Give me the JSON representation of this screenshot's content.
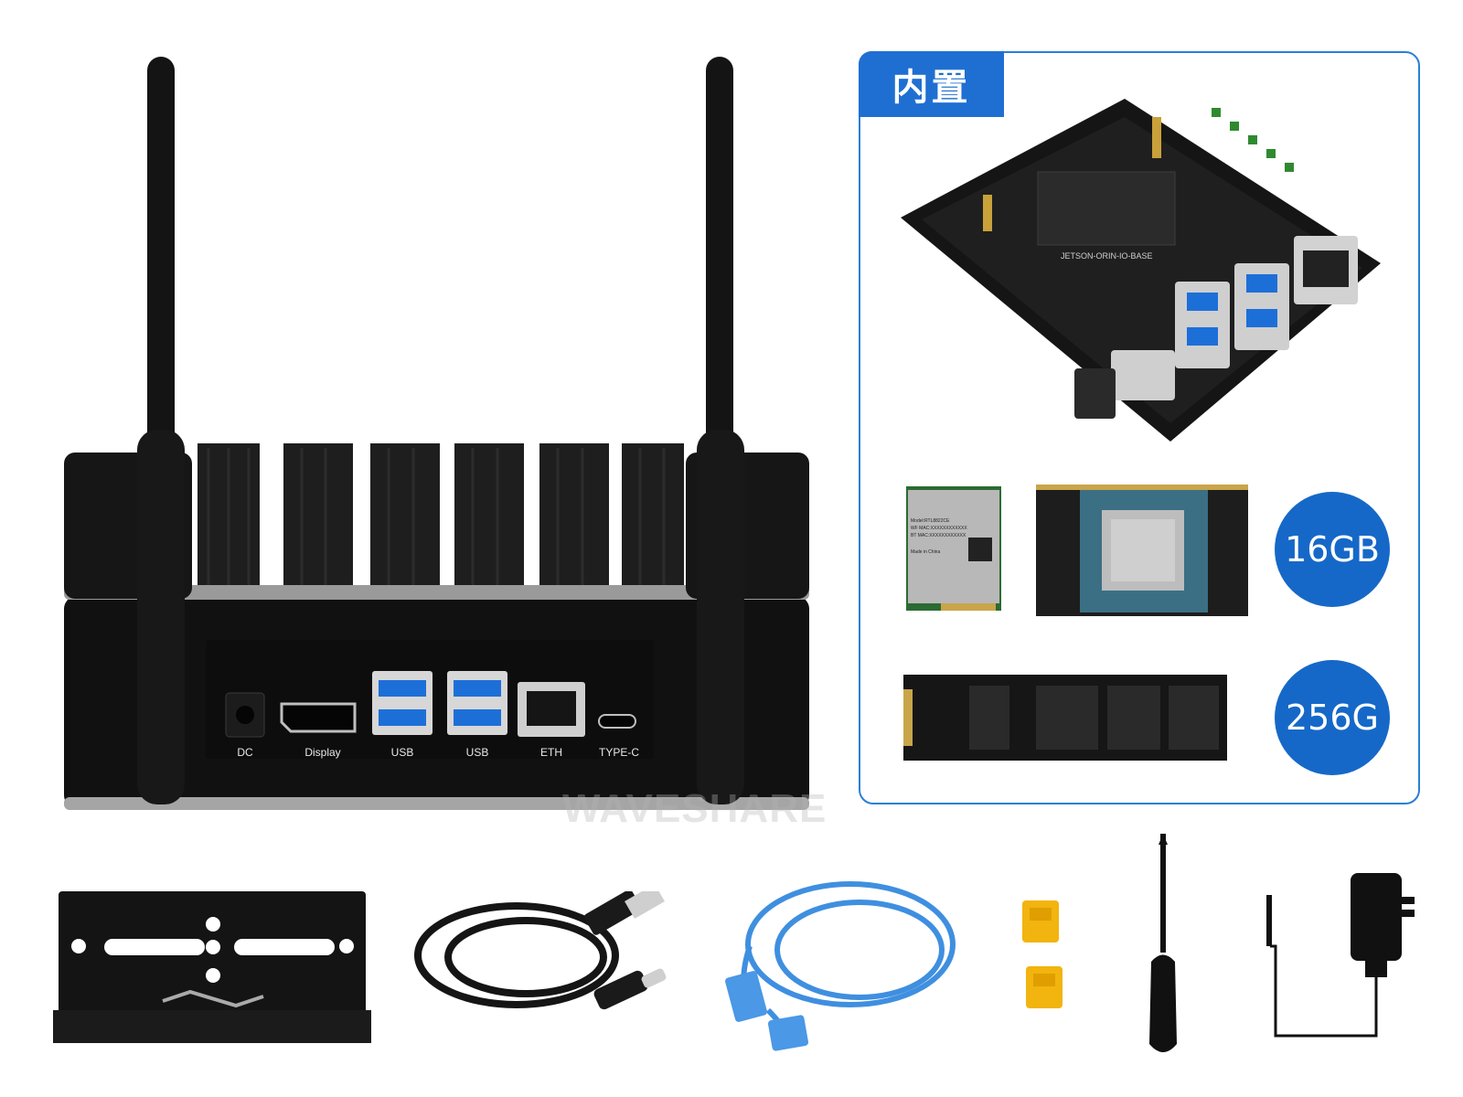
{
  "included_panel": {
    "tag": "内置",
    "capacity_badges": [
      "16GB",
      "256G"
    ]
  },
  "wifi_card_label": [
    "Model:RTL8822CE",
    "WF MAC:XXXXXXXXXXXX",
    "BT MAC:XXXXXXXXXXXX",
    "Made in China"
  ],
  "carrier_board_label": "JETSON-ORIN-IO-BASE",
  "device_ports": [
    "DC",
    "Display",
    "USB",
    "USB",
    "ETH",
    "TYPE-C"
  ],
  "watermark": "WAVESHARE",
  "colors": {
    "accent": "#1f6fd2",
    "badge": "#1668c8",
    "device": "#141414"
  }
}
